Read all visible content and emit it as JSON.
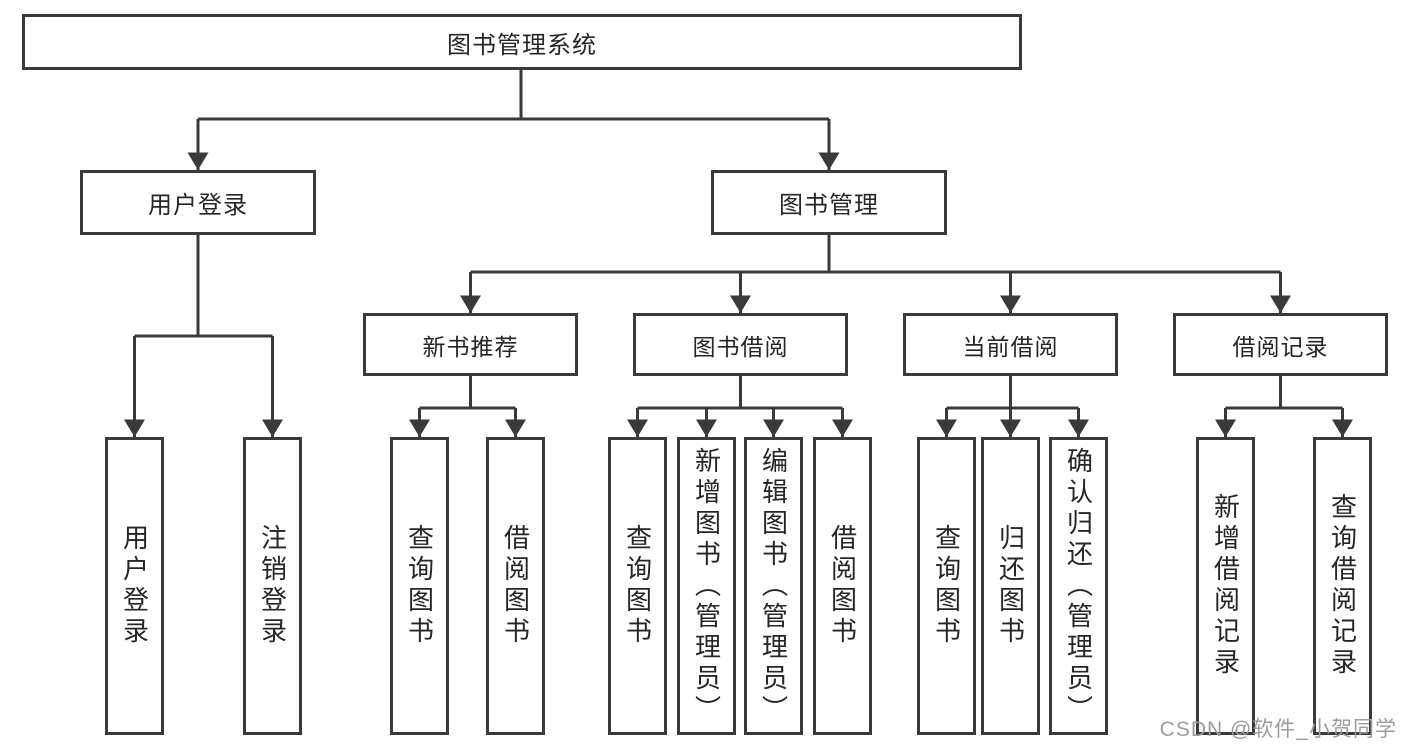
{
  "diagram": {
    "root": {
      "label": "图书管理系统"
    },
    "branches": [
      {
        "label": "用户登录"
      },
      {
        "label": "图书管理"
      }
    ],
    "modules": [
      {
        "label": "新书推荐"
      },
      {
        "label": "图书借阅"
      },
      {
        "label": "当前借阅"
      },
      {
        "label": "借阅记录"
      }
    ],
    "leaves": [
      {
        "label": "用户登录",
        "parent": "用户登录"
      },
      {
        "label": "注销登录",
        "parent": "用户登录"
      },
      {
        "label": "查询图书",
        "parent": "新书推荐"
      },
      {
        "label": "借阅图书",
        "parent": "新书推荐"
      },
      {
        "label": "查询图书",
        "parent": "图书借阅"
      },
      {
        "label": "新增图书（管理员）",
        "parent": "图书借阅"
      },
      {
        "label": "编辑图书（管理员）",
        "parent": "图书借阅"
      },
      {
        "label": "借阅图书",
        "parent": "图书借阅"
      },
      {
        "label": "查询图书",
        "parent": "当前借阅"
      },
      {
        "label": "归还图书",
        "parent": "当前借阅"
      },
      {
        "label": "确认归还（管理员）",
        "parent": "当前借阅"
      },
      {
        "label": "新增借阅记录",
        "parent": "借阅记录"
      },
      {
        "label": "查询借阅记录",
        "parent": "借阅记录"
      }
    ]
  },
  "watermark": "CSDN @软件_小贺同学",
  "colors": {
    "line": "#3a3a3a",
    "text": "#262626",
    "watermark": "#9c9c9c",
    "background": "#ffffff"
  }
}
